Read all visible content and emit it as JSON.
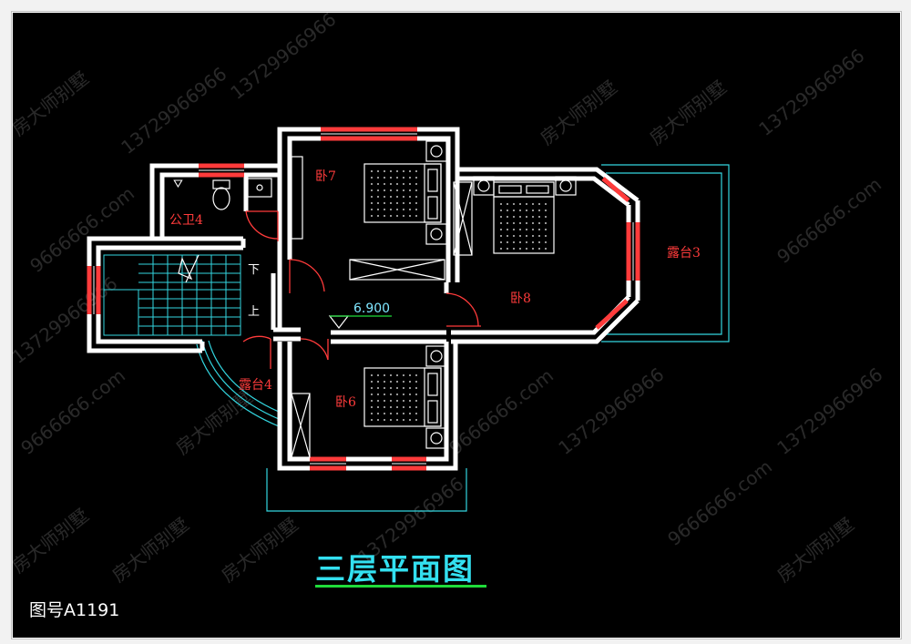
{
  "drawing": {
    "title": "三层平面图",
    "drawing_number": "图号A1191",
    "elevation": "6.900",
    "watermark_name": "房大师别墅",
    "watermark_phone": "13729966966",
    "watermark_web": "9666666.com"
  },
  "rooms": {
    "bedroom7": "卧7",
    "bedroom8": "卧8",
    "bedroom6": "卧6",
    "bathroom4": "公卫4",
    "terrace3": "露台3",
    "terrace4": "露台4"
  },
  "stairs": {
    "down": "下",
    "up": "上"
  },
  "colors": {
    "background": "#000000",
    "wall": "#ffffff",
    "window": "#ff3b3b",
    "label": "#ff3b3b",
    "outline": "#33d6e0",
    "title": "#33e0f0",
    "underline": "#1fdc3a"
  }
}
